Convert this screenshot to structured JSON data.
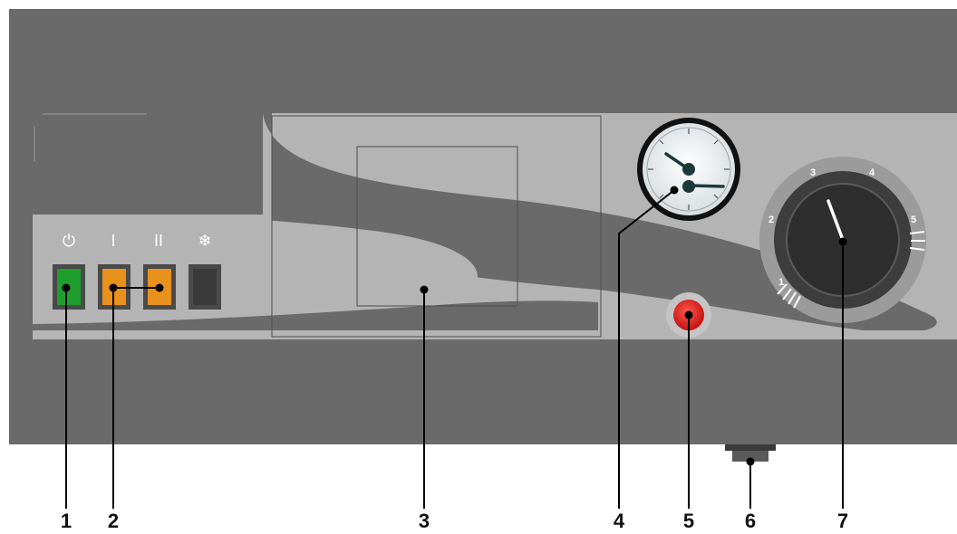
{
  "switches": {
    "symbols": {
      "power": "⏻",
      "stage_one": "I",
      "stage_two": "II",
      "frost": "❄"
    }
  },
  "dial": {
    "scale_labels": [
      "1",
      "2",
      "3",
      "4",
      "5"
    ]
  },
  "callouts": [
    "1",
    "2",
    "3",
    "4",
    "5",
    "6",
    "7"
  ],
  "colors": {
    "panel_dark": "#6a6a6a",
    "panel_light": "#b4b4b4",
    "switch_green": "#1f9e2e",
    "switch_orange": "#e8911c",
    "reset_red": "#e52420"
  }
}
